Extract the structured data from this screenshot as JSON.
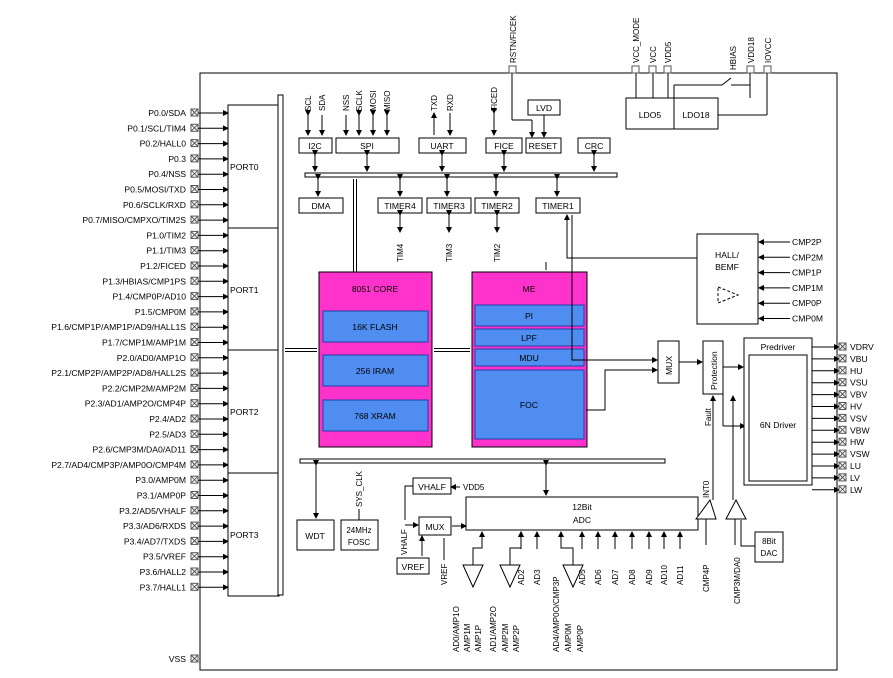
{
  "left_pins": [
    "P0.0/SDA",
    "P0.1/SCL/TIM4",
    "P0.2/HALL0",
    "P0.3",
    "P0.4/NSS",
    "P0.5/MOSI/TXD",
    "P0.6/SCLK/RXD",
    "P0.7/MISO/CMPXO/TIM2S",
    "P1.0/TIM2",
    "P1.1/TIM3",
    "P1.2/FICED",
    "P1.3/HBIAS/CMP1PS",
    "P1.4/CMP0P/AD10",
    "P1.5/CMP0M",
    "P1.6/CMP1P/AMP1P/AD9/HALL1S",
    "P1.7/CMP1M/AMP1M",
    "P2.0/AD0/AMP1O",
    "P2.1/CMP2P/AMP2P/AD8/HALL2S",
    "P2.2/CMP2M/AMP2M",
    "P2.3/AD1/AMP2O/CMP4P",
    "P2.4/AD2",
    "P2.5/AD3",
    "P2.6/CMP3M/DA0/AD11",
    "P2.7/AD4/CMP3P/AMP0O/CMP4M",
    "P3.0/AMP0M",
    "P3.1/AMP0P",
    "P3.2/AD5/VHALF",
    "P3.3/AD6/RXDS",
    "P3.4/AD7/TXDS",
    "P3.5/VREF",
    "P3.6/HALL2",
    "P3.7/HALL1"
  ],
  "vss": "VSS",
  "ports": [
    "PORT0",
    "PORT1",
    "PORT2",
    "PORT3"
  ],
  "top_pins": {
    "rstn": "RSTN/FICEK",
    "vcc_mode": "VCC_MODE",
    "vcc": "VCC",
    "vdd5": "VDD5",
    "hbias": "HBIAS",
    "vdd18": "VDD18",
    "iovcc": "IOVCC"
  },
  "ldo": {
    "ldo5": "LDO5",
    "ldo18": "LDO18"
  },
  "peripherals": {
    "i2c": "I2C",
    "spi": "SPI",
    "uart": "UART",
    "fice": "FICE",
    "reset": "RESET",
    "lvd": "LVD",
    "crc": "CRC",
    "dma": "DMA",
    "timer4": "TIMER4",
    "timer3": "TIMER3",
    "timer2": "TIMER2",
    "timer1": "TIMER1",
    "scl": "SCL",
    "sda": "SDA",
    "nss": "NSS",
    "sclk": "SCLK",
    "mosi": "MOSI",
    "miso": "MISO",
    "txd": "TXD",
    "rxd": "RXD",
    "ficed": "FICED",
    "tim4": "TIM4",
    "tim3": "TIM3",
    "tim2": "TIM2"
  },
  "core": {
    "title": "8051 CORE",
    "flash": "16K FLASH",
    "iram": "256 IRAM",
    "xram": "768 XRAM"
  },
  "me": {
    "title": "ME",
    "pi": "PI",
    "lpf": "LPF",
    "mdu": "MDU",
    "foc": "FOC"
  },
  "hall": {
    "line1": "HALL/",
    "line2": "BEMF",
    "inputs": [
      "CMP2P",
      "CMP2M",
      "CMP1P",
      "CMP1M",
      "CMP0P",
      "CMP0M"
    ]
  },
  "mux": "MUX",
  "protection": "Protection",
  "fault": "Fault",
  "predriver": {
    "title": "Predriver",
    "driver": "6N Driver"
  },
  "right_pins": [
    "VDRV",
    "VBU",
    "HU",
    "VSU",
    "VBV",
    "HV",
    "VSV",
    "VBW",
    "HW",
    "VSW",
    "LU",
    "LV",
    "LW"
  ],
  "bottom": {
    "wdt": "WDT",
    "osc1": "24MHz",
    "osc2": "FOSC",
    "sys_clk": "SYS_CLK",
    "vhalf": "VHALF",
    "vdd5": "VDD5",
    "mux": "MUX",
    "vref": "VREF",
    "vhalf_v": "VHALF",
    "vref_v": "VREF",
    "adc1": "12Bit",
    "adc2": "ADC",
    "into": "INT0",
    "dac1": "8Bit",
    "dac2": "DAC",
    "adc_in": [
      "AD2",
      "AD3",
      "AD5",
      "AD6",
      "AD7",
      "AD8",
      "AD9",
      "AD10",
      "AD11"
    ],
    "amp_labels": [
      "AD0/AMP1O",
      "AMP1M",
      "AMP1P",
      "AD1/AMP2O",
      "AMP2M",
      "AMP2P",
      "AD4/AMP0O/CMP3P",
      "AMP0M",
      "AMP0P"
    ],
    "cmp4p": "CMP4P",
    "cmp3m": "CMP3M/DA0"
  },
  "colors": {
    "core_bg": "#ff33cc",
    "block_bg": "#4f8ef0",
    "block_border": "#1f3fa8"
  }
}
